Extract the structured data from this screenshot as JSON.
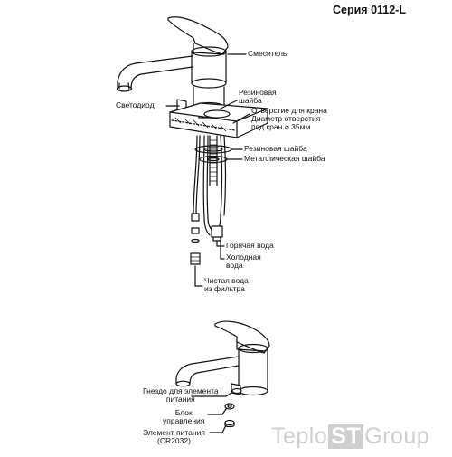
{
  "title": "Серия 0112-L",
  "labels": {
    "mixer": "Смеситель",
    "led": "Светодиод",
    "rubber_washer_top_1": "Резиновая",
    "rubber_washer_top_2": "шайба",
    "hole_1": "Отверстие для крана",
    "hole_2": "Диаметр отверстия",
    "hole_3": "под кран ⌀ 35мм",
    "rubber_washer": "Резиновая шайба",
    "metal_washer": "Металлическая шайба",
    "hot_water": "Горячая вода",
    "cold_water_1": "Холодная",
    "cold_water_2": "вода",
    "clean_water_1": "Чистая вода",
    "clean_water_2": "из фильтра",
    "battery_socket_1": "Гнездо для элемента",
    "battery_socket_2": "питания",
    "control_unit_1": "Блок",
    "control_unit_2": "управления",
    "battery_1": "Элемент питания",
    "battery_2": "(CR2032)"
  },
  "watermark": {
    "part1": "Teplo",
    "part2": "ST",
    "part3": "Group"
  }
}
